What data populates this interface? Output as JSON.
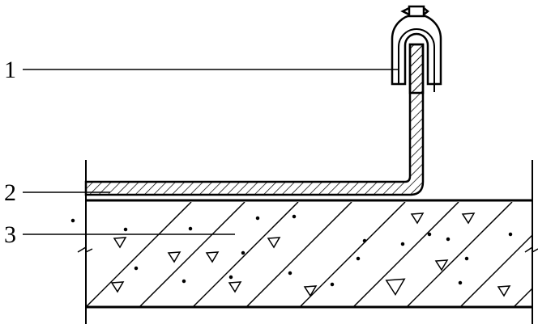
{
  "labels": {
    "one": "1",
    "two": "2",
    "three": "3"
  },
  "colors": {
    "ink": "#000000",
    "background": "#ffffff"
  }
}
